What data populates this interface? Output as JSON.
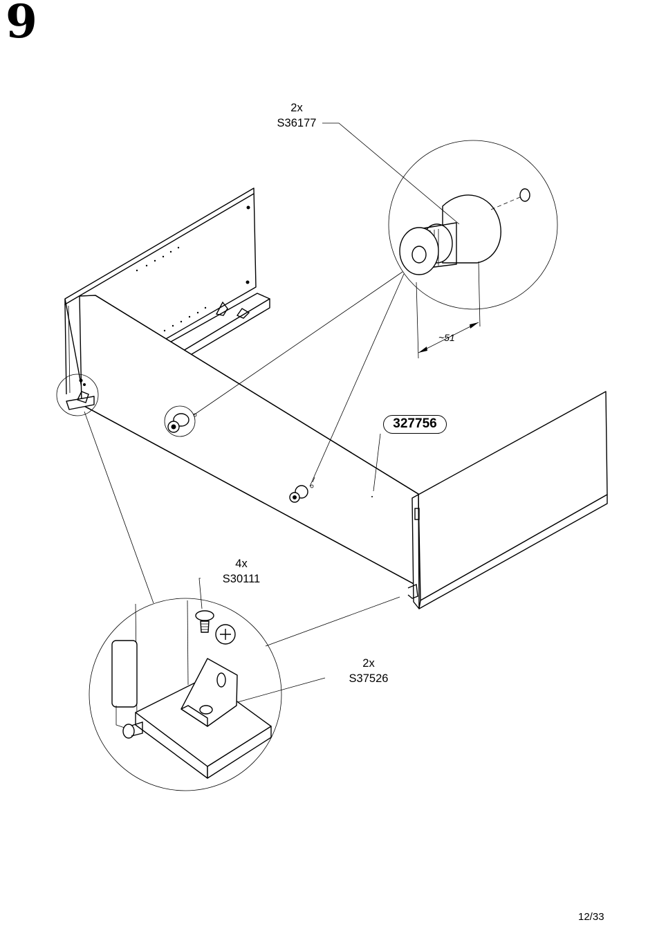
{
  "step": {
    "number": "9"
  },
  "callouts": {
    "cam_bolt": {
      "qty": "2x",
      "part": "S36177"
    },
    "screw": {
      "qty": "4x",
      "part": "S30111"
    },
    "bracket": {
      "qty": "2x",
      "part": "S37526"
    }
  },
  "panel": {
    "part_number": "327756"
  },
  "dimension": {
    "label": "~51"
  },
  "page": {
    "number": "12/33"
  },
  "icons": [
    "cam-bolt-icon",
    "screw-icon",
    "corner-bracket-icon",
    "pozidriv-icon"
  ]
}
